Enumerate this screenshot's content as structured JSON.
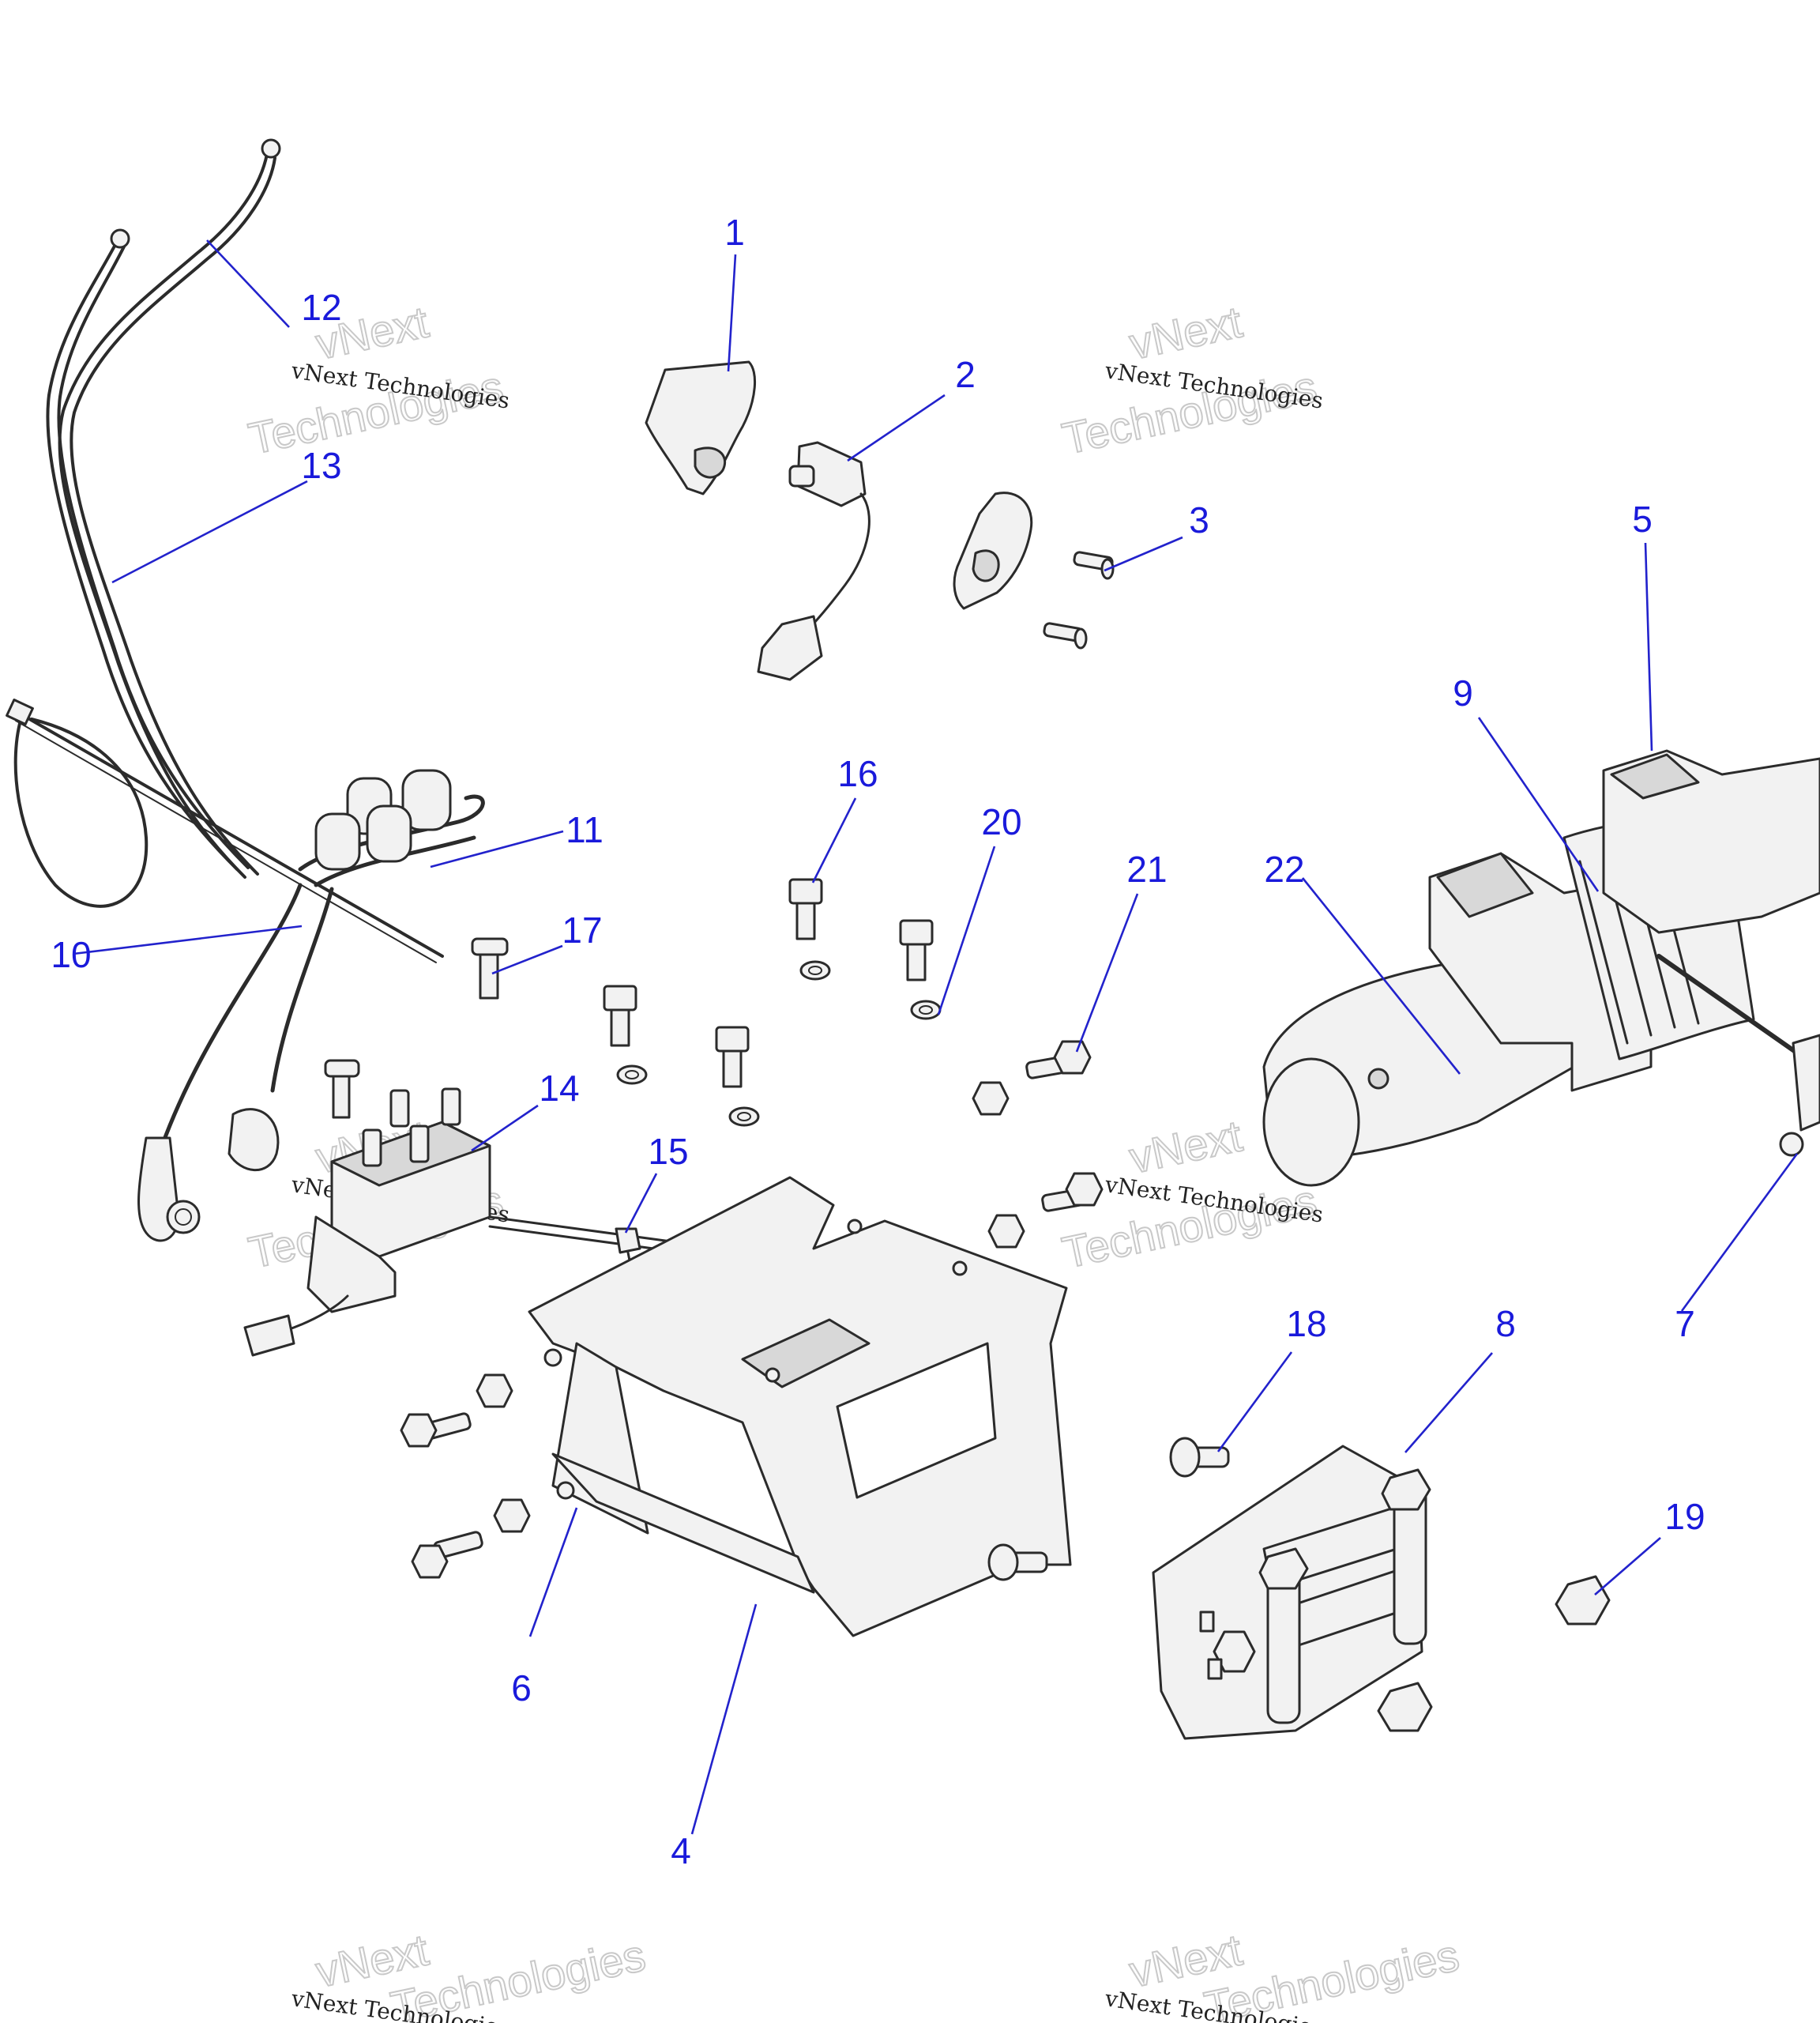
{
  "watermark": {
    "company": "vNext Technologies",
    "word1": "vNext",
    "word2": "Technologies"
  },
  "callouts": [
    {
      "id": "1",
      "label": "1"
    },
    {
      "id": "2",
      "label": "2"
    },
    {
      "id": "3",
      "label": "3"
    },
    {
      "id": "4",
      "label": "4"
    },
    {
      "id": "5",
      "label": "5"
    },
    {
      "id": "6",
      "label": "6"
    },
    {
      "id": "7",
      "label": "7"
    },
    {
      "id": "8",
      "label": "8"
    },
    {
      "id": "9",
      "label": "9"
    },
    {
      "id": "10",
      "label": "10"
    },
    {
      "id": "11",
      "label": "11"
    },
    {
      "id": "12",
      "label": "12"
    },
    {
      "id": "13",
      "label": "13"
    },
    {
      "id": "14",
      "label": "14"
    },
    {
      "id": "15",
      "label": "15"
    },
    {
      "id": "16",
      "label": "16"
    },
    {
      "id": "17",
      "label": "17"
    },
    {
      "id": "18",
      "label": "18"
    },
    {
      "id": "19",
      "label": "19"
    },
    {
      "id": "20",
      "label": "20"
    },
    {
      "id": "21",
      "label": "21"
    },
    {
      "id": "22",
      "label": "22"
    }
  ],
  "colors": {
    "callout": "#1a1adb",
    "leader": "#2222cc",
    "part_stroke": "#2b2b2b",
    "part_fill": "#f2f2f2"
  }
}
